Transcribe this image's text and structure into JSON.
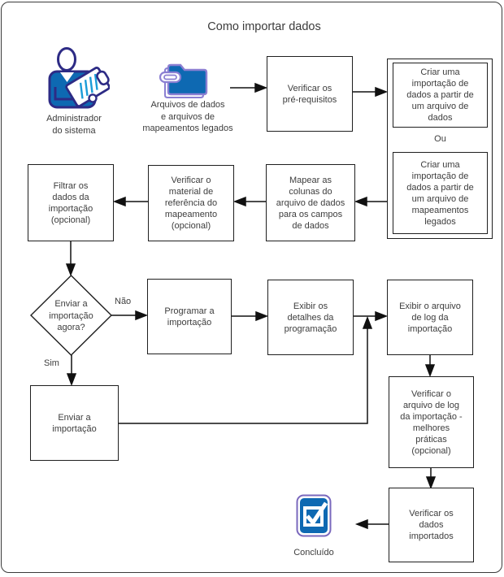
{
  "title": "Como importar dados",
  "actors": {
    "admin": {
      "label": "Administrador\ndo sistema"
    },
    "files": {
      "label": "Arquivos de dados\ne arquivos de\nmapeamentos legados"
    },
    "done": {
      "label": "Concluído"
    }
  },
  "nodes": {
    "verificar_pre": "Verificar os\npré-requisitos",
    "criar_dados": "Criar uma\nimportação de\ndados a partir de\num arquivo de\ndados",
    "ou": "Ou",
    "criar_legados": "Criar uma\nimportação de\ndados a partir de\num arquivo de\nmapeamentos\nlegados",
    "mapear": "Mapear as\ncolunas do\narquivo de dados\npara os campos\nde dados",
    "verificar_material": "Verificar o\nmaterial de\nreferência do\nmapeamento\n(opcional)",
    "filtrar": "Filtrar os\ndados da\nimportação\n(opcional)",
    "decisao": "Enviar a\nimportação\nagora?",
    "programar": "Programar a\nimportação",
    "exibir_detalhes": "Exibir os\ndetalhes da\nprogramação",
    "exibir_log": "Exibir o arquivo\nde log da\nimportação",
    "enviar": "Enviar a\nimportação",
    "verificar_log": "Verificar o\narquivo de log\nda importação -\nmelhores\npráticas\n(opcional)",
    "verificar_dados": "Verificar os\ndados\nimportados"
  },
  "edge_labels": {
    "nao": "Não",
    "sim": "Sim"
  },
  "colors": {
    "icon_blue": "#0E69B2",
    "icon_navy": "#2D2B85",
    "icon_purple": "#8B7FD2",
    "line_color": "#111111",
    "text_color": "#3D3D3D"
  }
}
